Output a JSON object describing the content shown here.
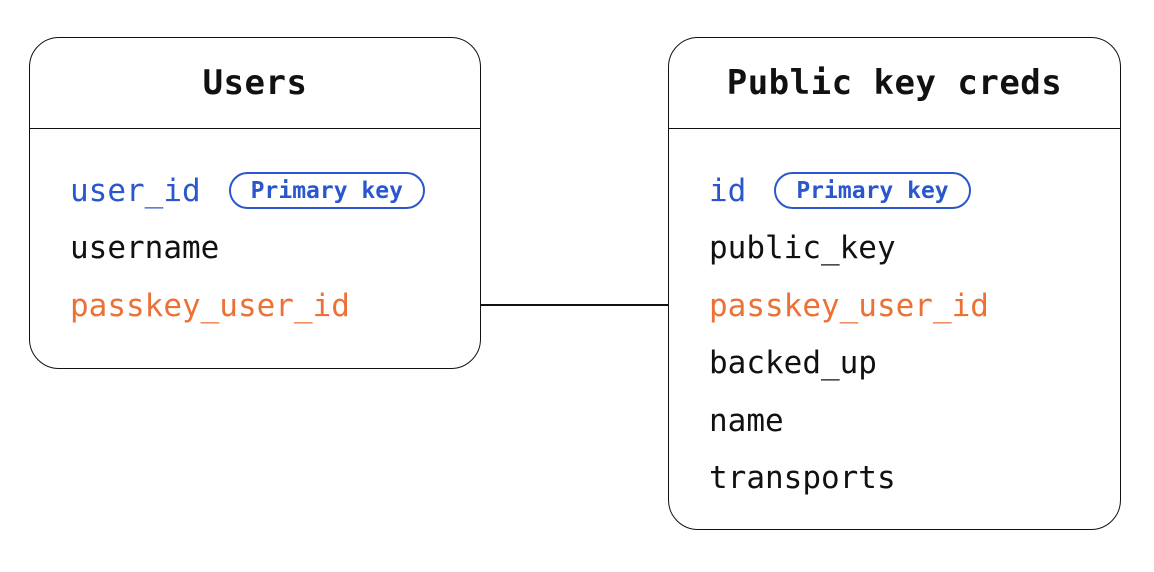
{
  "diagram": {
    "colors": {
      "blue": "#2a57cb",
      "orange": "#ed7136",
      "text": "#111111",
      "border": "#111111",
      "background": "#ffffff"
    },
    "tables": [
      {
        "title": "Users",
        "fields": [
          {
            "name": "user_id",
            "color": "blue",
            "badge": "Primary key"
          },
          {
            "name": "username",
            "color": "black",
            "badge": null
          },
          {
            "name": "passkey_user_id",
            "color": "orange",
            "badge": null
          }
        ]
      },
      {
        "title": "Public key creds",
        "fields": [
          {
            "name": "id",
            "color": "blue",
            "badge": "Primary key"
          },
          {
            "name": "public_key",
            "color": "black",
            "badge": null
          },
          {
            "name": "passkey_user_id",
            "color": "orange",
            "badge": null
          },
          {
            "name": "backed_up",
            "color": "black",
            "badge": null
          },
          {
            "name": "name",
            "color": "black",
            "badge": null
          },
          {
            "name": "transports",
            "color": "black",
            "badge": null
          }
        ]
      }
    ],
    "relationship": {
      "type": "line",
      "from": "Users.passkey_user_id",
      "to": "Public key creds.passkey_user_id"
    }
  }
}
